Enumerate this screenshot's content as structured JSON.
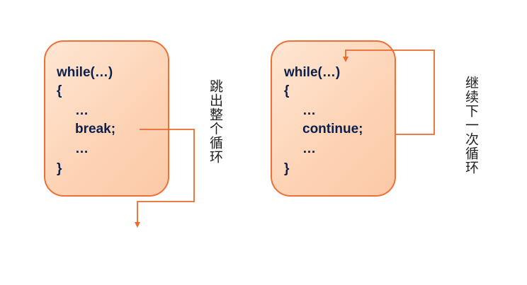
{
  "left": {
    "lines": [
      "while(…)",
      "{",
      "…",
      "break;",
      "…",
      "}"
    ],
    "label": "跳出整个循环"
  },
  "right": {
    "lines": [
      "while(…)",
      "{",
      "…",
      "continue;",
      "…",
      "}"
    ],
    "label": "继续下一次循环"
  },
  "colors": {
    "arrow": "#ec6a2e",
    "box_border": "#ec7038",
    "box_fill": "#fdd4b6",
    "code": "#0c1e4a"
  }
}
